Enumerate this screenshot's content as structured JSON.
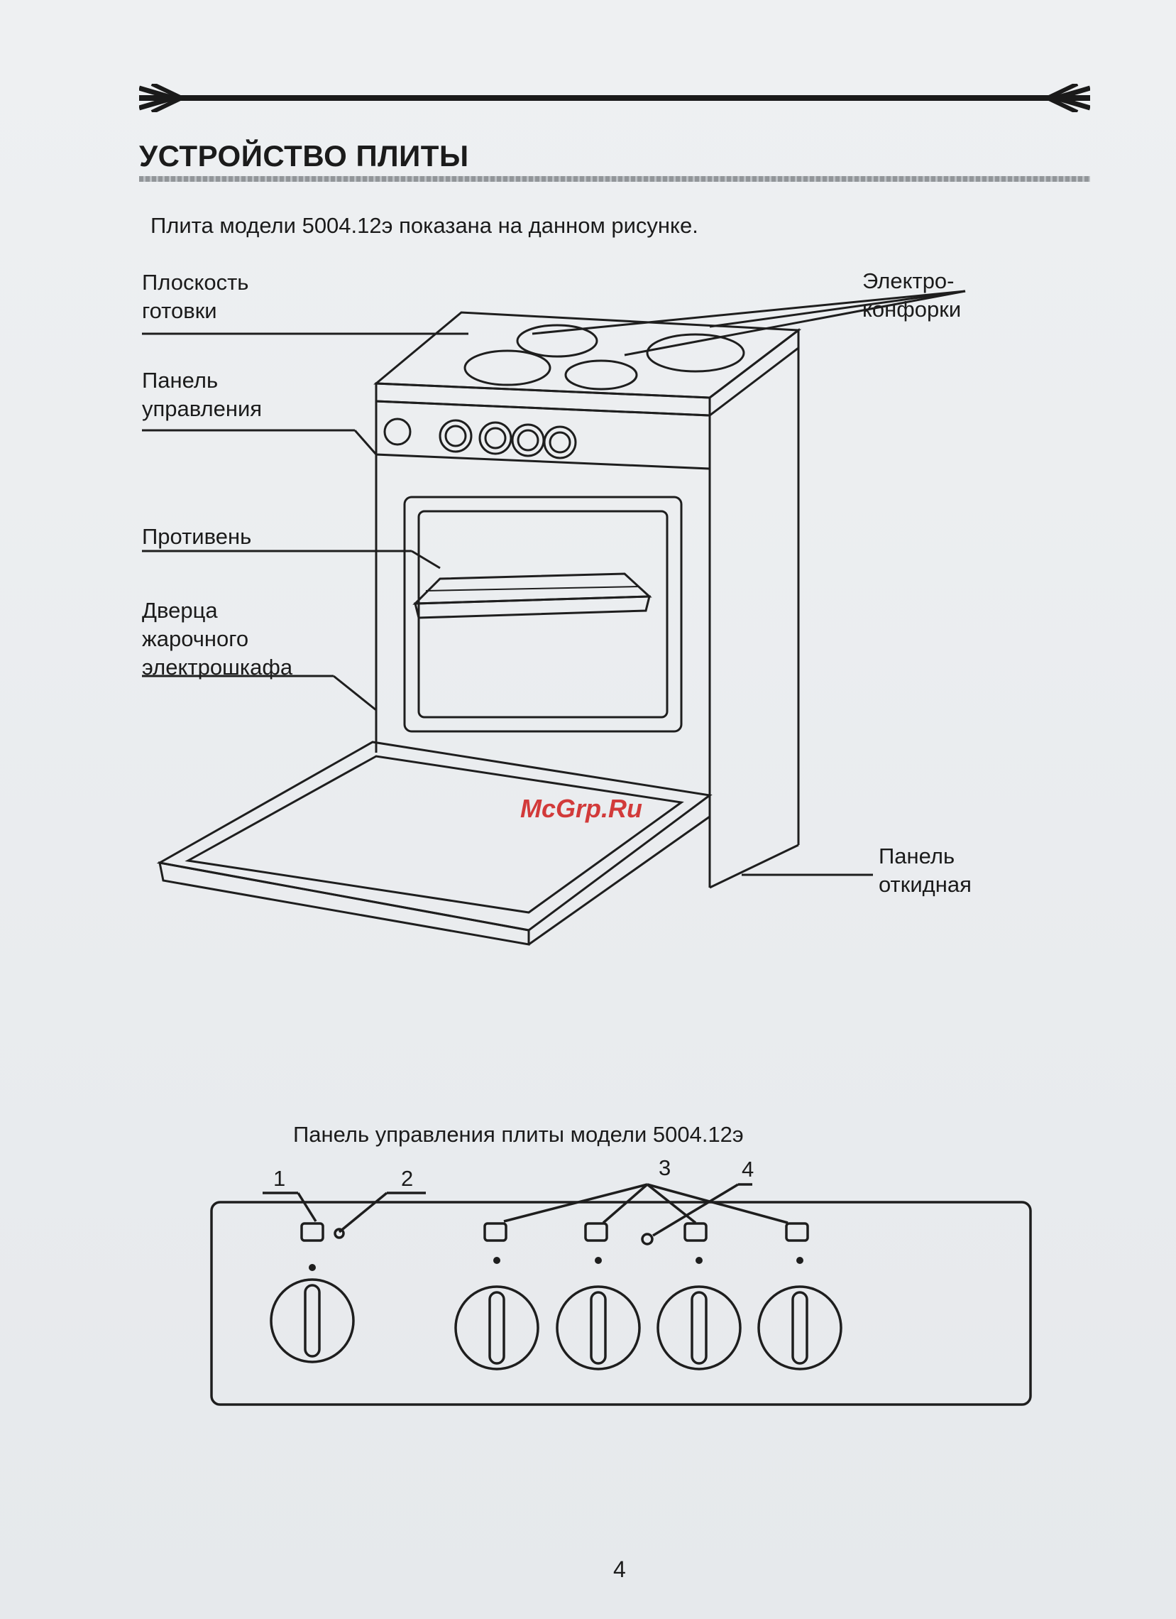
{
  "page": {
    "section_title": "УСТРОЙСТВО ПЛИТЫ",
    "intro": "Плита модели 5004.12э показана на данном рисунке.",
    "labels": {
      "cooking_surface": [
        "Плоскость",
        "готовки"
      ],
      "burners": [
        "Электро-",
        "конфорки"
      ],
      "control_panel": [
        "Панель",
        "управления"
      ],
      "baking_tray": "Противень",
      "oven_door": [
        "Дверца",
        "жарочного",
        "электрошкафа"
      ],
      "fold_panel": [
        "Панель",
        "откидная"
      ]
    },
    "control_panel_caption": "Панель управления плиты модели 5004.12э",
    "callouts": [
      "1",
      "2",
      "3",
      "4"
    ],
    "page_number": "4",
    "watermark": "McGrp.Ru"
  }
}
